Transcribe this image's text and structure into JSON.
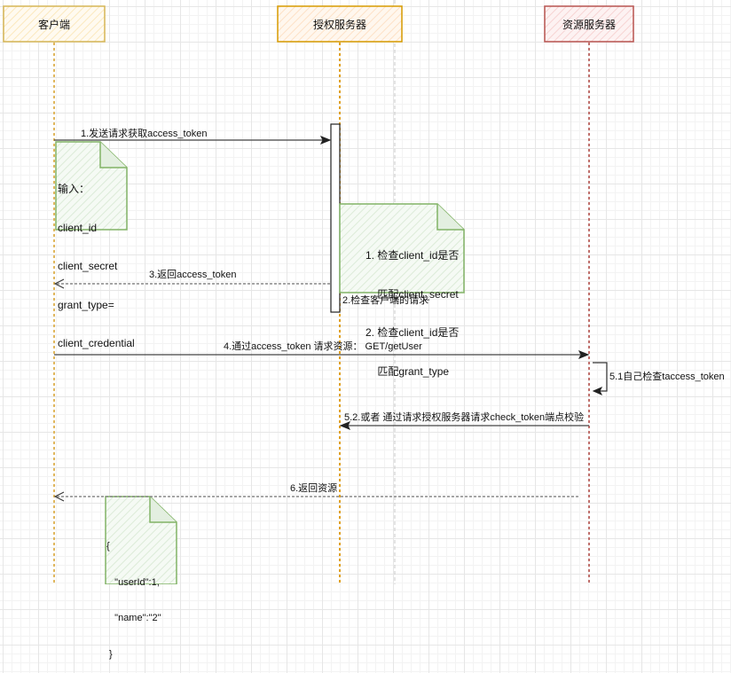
{
  "participants": [
    {
      "id": "client",
      "label": "客户端",
      "stroke": "#d6b656",
      "fill": "#fff2cc"
    },
    {
      "id": "auth",
      "label": "授权服务器",
      "stroke": "#d79b00",
      "fill": "#ffe6cc"
    },
    {
      "id": "resource",
      "label": "资源服务器",
      "stroke": "#b85450",
      "fill": "#f8cecc"
    }
  ],
  "messages": [
    {
      "id": "m1",
      "label": "1.发送请求获取access_token",
      "from": "client",
      "to": "auth",
      "style": "solid"
    },
    {
      "id": "m2",
      "label": "2.检查客户端的请求",
      "from": "auth",
      "to": "auth",
      "style": "activation"
    },
    {
      "id": "m3",
      "label": "3.返回access_token",
      "from": "auth",
      "to": "client",
      "style": "dashed"
    },
    {
      "id": "m4",
      "label": "4.通过access_token 请求资源： GET/getUser",
      "from": "client",
      "to": "resource",
      "style": "solid"
    },
    {
      "id": "m51",
      "label": "5.1自己检查taccess_token",
      "from": "resource",
      "to": "resource",
      "style": "self"
    },
    {
      "id": "m52",
      "label": "5.2.或者 通过请求授权服务器请求check_token端点校验",
      "from": "resource",
      "to": "auth",
      "style": "solid"
    },
    {
      "id": "m6",
      "label": "6.返回资源",
      "from": "resource",
      "to": "client",
      "style": "dashed"
    }
  ],
  "notes": {
    "input": {
      "lines": [
        "输入：",
        "client_id",
        "client_secret",
        "grant_type=",
        "client_credential"
      ],
      "stroke": "#82b366",
      "fill": "#d5e8d4"
    },
    "checks": {
      "lines": [
        "1. 检查client_id是否",
        "    匹配client_secret",
        "2. 检查client_id是否",
        "    匹配grant_type"
      ],
      "stroke": "#82b366",
      "fill": "#d5e8d4"
    },
    "response": {
      "lines": [
        "{",
        "   \"userId\":1,",
        "   \"name\":\"2\"",
        " }"
      ],
      "stroke": "#82b366",
      "fill": "#d5e8d4"
    }
  }
}
